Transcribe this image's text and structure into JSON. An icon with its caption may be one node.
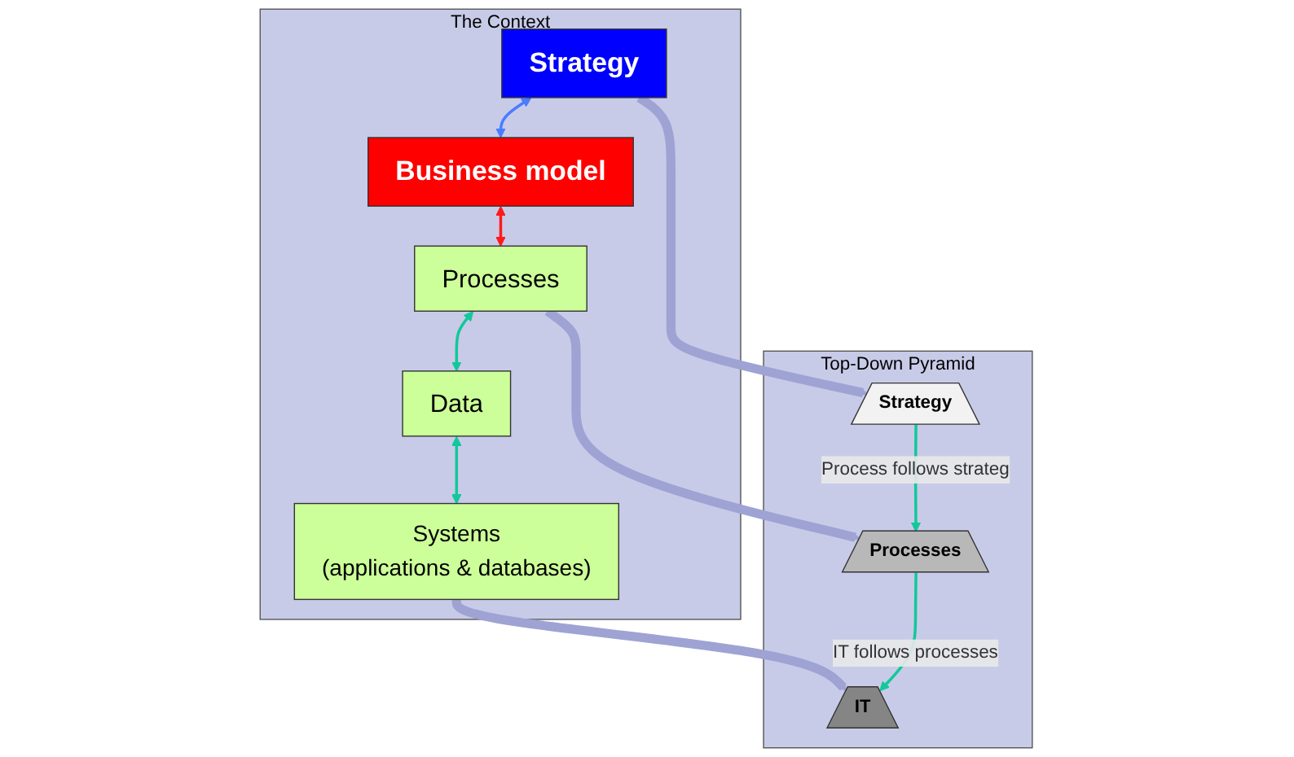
{
  "diagram": {
    "nodes": [
      {
        "text": [
          "The Context"
        ]
      },
      {
        "text": [
          "Strategy"
        ],
        "in": 0
      },
      {
        "text": [
          "Business model"
        ],
        "in": 0
      },
      {
        "text": [
          "Processes"
        ],
        "in": 0
      },
      {
        "text": [
          "Data"
        ],
        "in": 0
      },
      {
        "text": [
          "Systems",
          "(applications & databases)"
        ],
        "in": 0
      },
      {
        "text": [
          "Top-Down Pyramid"
        ]
      },
      {
        "text": [
          "Strategy"
        ],
        "in": 6
      },
      {
        "text": [
          "Processes"
        ],
        "in": 6
      },
      {
        "text": [
          "IT"
        ],
        "in": 6
      }
    ],
    "edges": [
      {
        "from": 1,
        "to": 2,
        "arrow": "both",
        "color": "#4a7cff"
      },
      {
        "from": 2,
        "to": 3,
        "arrow": "both",
        "color": "#ff1a1a"
      },
      {
        "from": 3,
        "to": 4,
        "arrow": "both",
        "color": "#12c89a"
      },
      {
        "from": 4,
        "to": 5,
        "arrow": "both",
        "color": "#12c89a"
      },
      {
        "from": 1,
        "to": 7,
        "arrow": "to",
        "style": "thick",
        "color": "#9ea3d4"
      },
      {
        "from": 3,
        "to": 8,
        "arrow": "to",
        "style": "thick",
        "color": "#9ea3d4"
      },
      {
        "from": 5,
        "to": 9,
        "arrow": "to",
        "style": "thick",
        "color": "#9ea3d4"
      },
      {
        "from": 7,
        "to": 8,
        "label": "Process follows strateg",
        "arrow": "to",
        "color": "#12c89a"
      },
      {
        "from": 8,
        "to": 9,
        "label": "IT follows processes",
        "arrow": "to",
        "color": "#12c89a"
      }
    ]
  }
}
